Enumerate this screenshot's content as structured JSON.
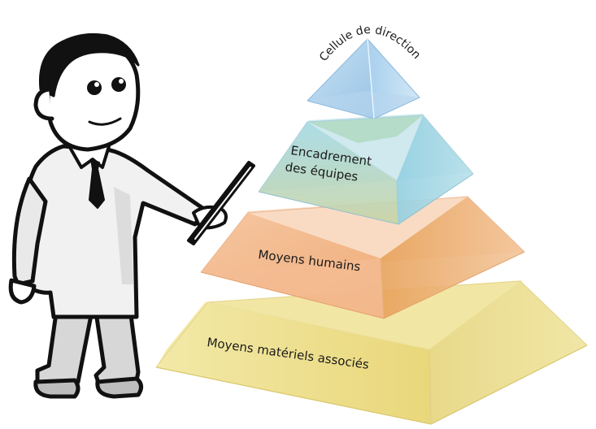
{
  "pyramid": {
    "levels": [
      {
        "label": "Cellule de direction",
        "color": "#a9cfe8"
      },
      {
        "label_lines": [
          "Encadrement",
          "des équipes"
        ],
        "color": "#9fd3dc"
      },
      {
        "label": "Moyens humains",
        "color": "#f4b68a"
      },
      {
        "label": "Moyens matériels associés",
        "color": "#f2e48c"
      }
    ]
  },
  "presenter": {
    "icon": "teacher-with-pointer-icon"
  }
}
